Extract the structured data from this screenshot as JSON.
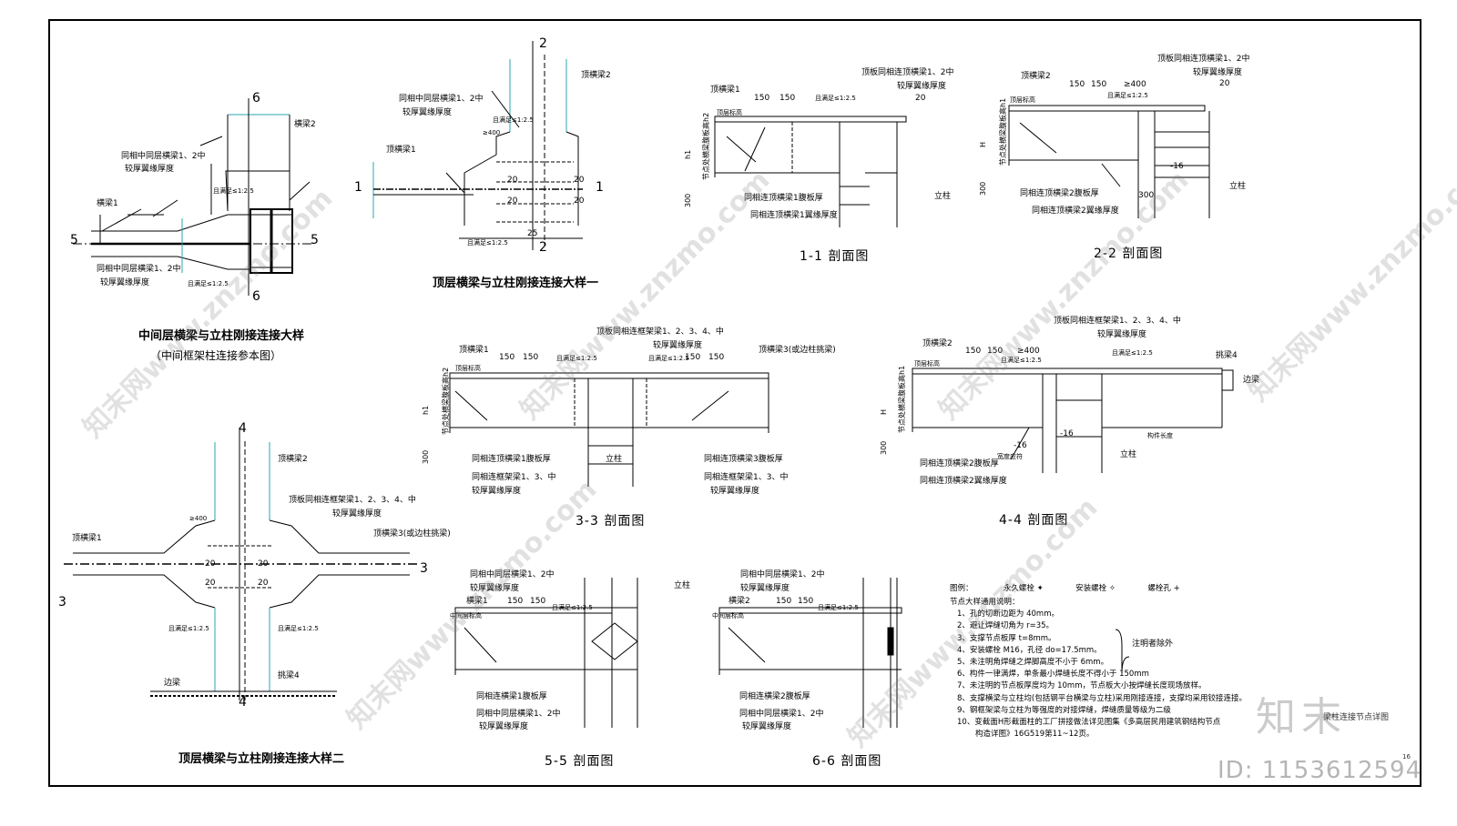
{
  "drawing": {
    "sheet_name": "梁柱连接节点详图",
    "page_no": "16",
    "id_text": "ID: 1153612594",
    "logo_text": "知末",
    "watermark_text": "知末网www.znzmo.com"
  },
  "details": {
    "detail_mid": {
      "title": "中间层横梁与立柱刚接连接大样",
      "subtitle": "（中间框架柱连接参本图）",
      "labels": [
        "横梁2",
        "同相中同层横梁1、2中",
        "较厚翼缘厚度",
        "横梁1",
        "同相中同层横梁1、2中",
        "较厚翼缘厚度",
        "且满足≤1:2.5",
        "且满足≤1:2.5"
      ],
      "marks": {
        "top": "6",
        "bottom": "6",
        "left": "5",
        "right": "5"
      }
    },
    "detail_top1": {
      "title": "顶层横梁与立柱刚接连接大样一",
      "labels": [
        "顶横梁2",
        "同相中同层横梁1、2中",
        "较厚翼缘厚度",
        "顶横梁1",
        "≥400",
        "且满足≤1:2.5",
        "20",
        "20",
        "20",
        "20",
        "25",
        "且满足≤1:2.5"
      ],
      "marks": {
        "top": "2",
        "bottom": "2",
        "left": "1",
        "right": "1"
      }
    },
    "detail_top2": {
      "title": "顶层横梁与立柱刚接连接大样二",
      "labels": [
        "顶横梁2",
        "顶板同相连框架梁1、2、3、4、中",
        "较厚翼缘厚度",
        "顶横梁1",
        "顶横梁3(或边柱挑梁)",
        "≥400",
        "20",
        "20",
        "20",
        "20",
        "且满足≤1:2.5",
        "且满足≤1:2.5",
        "边梁",
        "挑梁4"
      ],
      "marks": {
        "top": "4",
        "bottom": "4",
        "left": "3",
        "right": "3"
      }
    }
  },
  "sections": {
    "s11": {
      "title": "1-1 剖面图",
      "labels": [
        "顶横梁1",
        "150",
        "150",
        "且满足≤1:2.5",
        "顶板同相连顶横梁1、2中",
        "较厚翼缘厚度",
        "20",
        "顶层标高",
        "节点处横梁腹板高h2",
        "h1",
        "300",
        "同相连顶横梁1腹板厚",
        "同相连顶横梁1翼缘厚度",
        "立柱"
      ]
    },
    "s22": {
      "title": "2-2 剖面图",
      "labels": [
        "顶横梁2",
        "150",
        "150",
        "≥400",
        "且满足≤1:2.5",
        "顶板同相连顶横梁1、2中",
        "较厚翼缘厚度",
        "20",
        "顶层标高",
        "节点处横梁腹板高h1",
        "H",
        "300",
        "-16",
        "300",
        "同相连顶横梁2腹板厚",
        "同相连顶横梁2翼缘厚度",
        "立柱"
      ]
    },
    "s33": {
      "title": "3-3 剖面图",
      "labels": [
        "顶横梁1",
        "150",
        "150",
        "且满足≤1:2.5",
        "顶板同相连框架梁1、2、3、4、中",
        "较厚翼缘厚度",
        "顶横梁3(或边柱挑梁)",
        "150",
        "150",
        "且满足≤1:2.5",
        "顶层标高",
        "节点处横梁腹板高h2",
        "h1",
        "300",
        "同相连顶横梁1腹板厚",
        "同相连框架梁1、3、中",
        "较厚翼缘厚度",
        "立柱",
        "同相连顶横梁3腹板厚",
        "同相连框架梁1、3、中",
        "较厚翼缘厚度"
      ]
    },
    "s44": {
      "title": "4-4 剖面图",
      "labels": [
        "顶横梁2",
        "150",
        "150",
        "≥400",
        "且满足≤1:2.5",
        "顶板同相连框架梁1、2、3、4、中",
        "较厚翼缘厚度",
        "且满足≤1:2.5",
        "挑梁4",
        "边梁",
        "顶层标高",
        "节点处横梁腹板高h1",
        "H",
        "300",
        "-16",
        "-16",
        "宽度应符",
        "构件长度",
        "立柱",
        "同相连顶横梁2腹板厚",
        "同相连顶横梁2翼缘厚度"
      ]
    },
    "s55": {
      "title": "5-5 剖面图",
      "labels": [
        "同相中同层横梁1、2中",
        "较厚翼缘厚度",
        "横梁1",
        "150",
        "150",
        "立柱",
        "中间层标高",
        "且满足≤1:2.5",
        "同相连横梁1腹板厚",
        "同相中同层横梁1、2中",
        "较厚翼缘厚度"
      ]
    },
    "s66": {
      "title": "6-6 剖面图",
      "labels": [
        "同相中同层横梁1、2中",
        "较厚翼缘厚度",
        "横梁2",
        "150",
        "150",
        "中间层标高",
        "且满足≤1:2.5",
        "同相连横梁2腹板厚",
        "同相中同层横梁1、2中",
        "较厚翼缘厚度"
      ]
    }
  },
  "legend": {
    "title": "图例：",
    "items": [
      "永久螺栓",
      "安装螺栓",
      "螺栓孔"
    ]
  },
  "notes": {
    "title": "节点大样通用说明：",
    "items": [
      "1、孔的切断边距为 40mm。",
      "2、避让焊缝切角为 r=35。",
      "3、支撑节点板厚 t=8mm。",
      "4、安装螺栓 M16，孔径 do=17.5mm。",
      "5、未注明角焊缝之焊脚高度不小于 6mm。",
      "6、构件一律满焊，单条最小焊缝长度不得小于 150mm",
      "7、未注明的节点板厚度均为 10mm，节点板大小按焊缝长度现场放样。",
      "8、支撑横梁与立柱均(包括钢平台横梁与立柱)采用刚接连接，支撑均采用铰接连接。",
      "9、钢框架梁与立柱为等强度的对接焊缝，焊缝质量等级为二级",
      "10、变截面H形截面柱的工厂拼接做法详见图集《多高层民用建筑钢结构节点",
      "构造详图》16G519第11~12页。"
    ],
    "brace_text": "注明者除外"
  }
}
